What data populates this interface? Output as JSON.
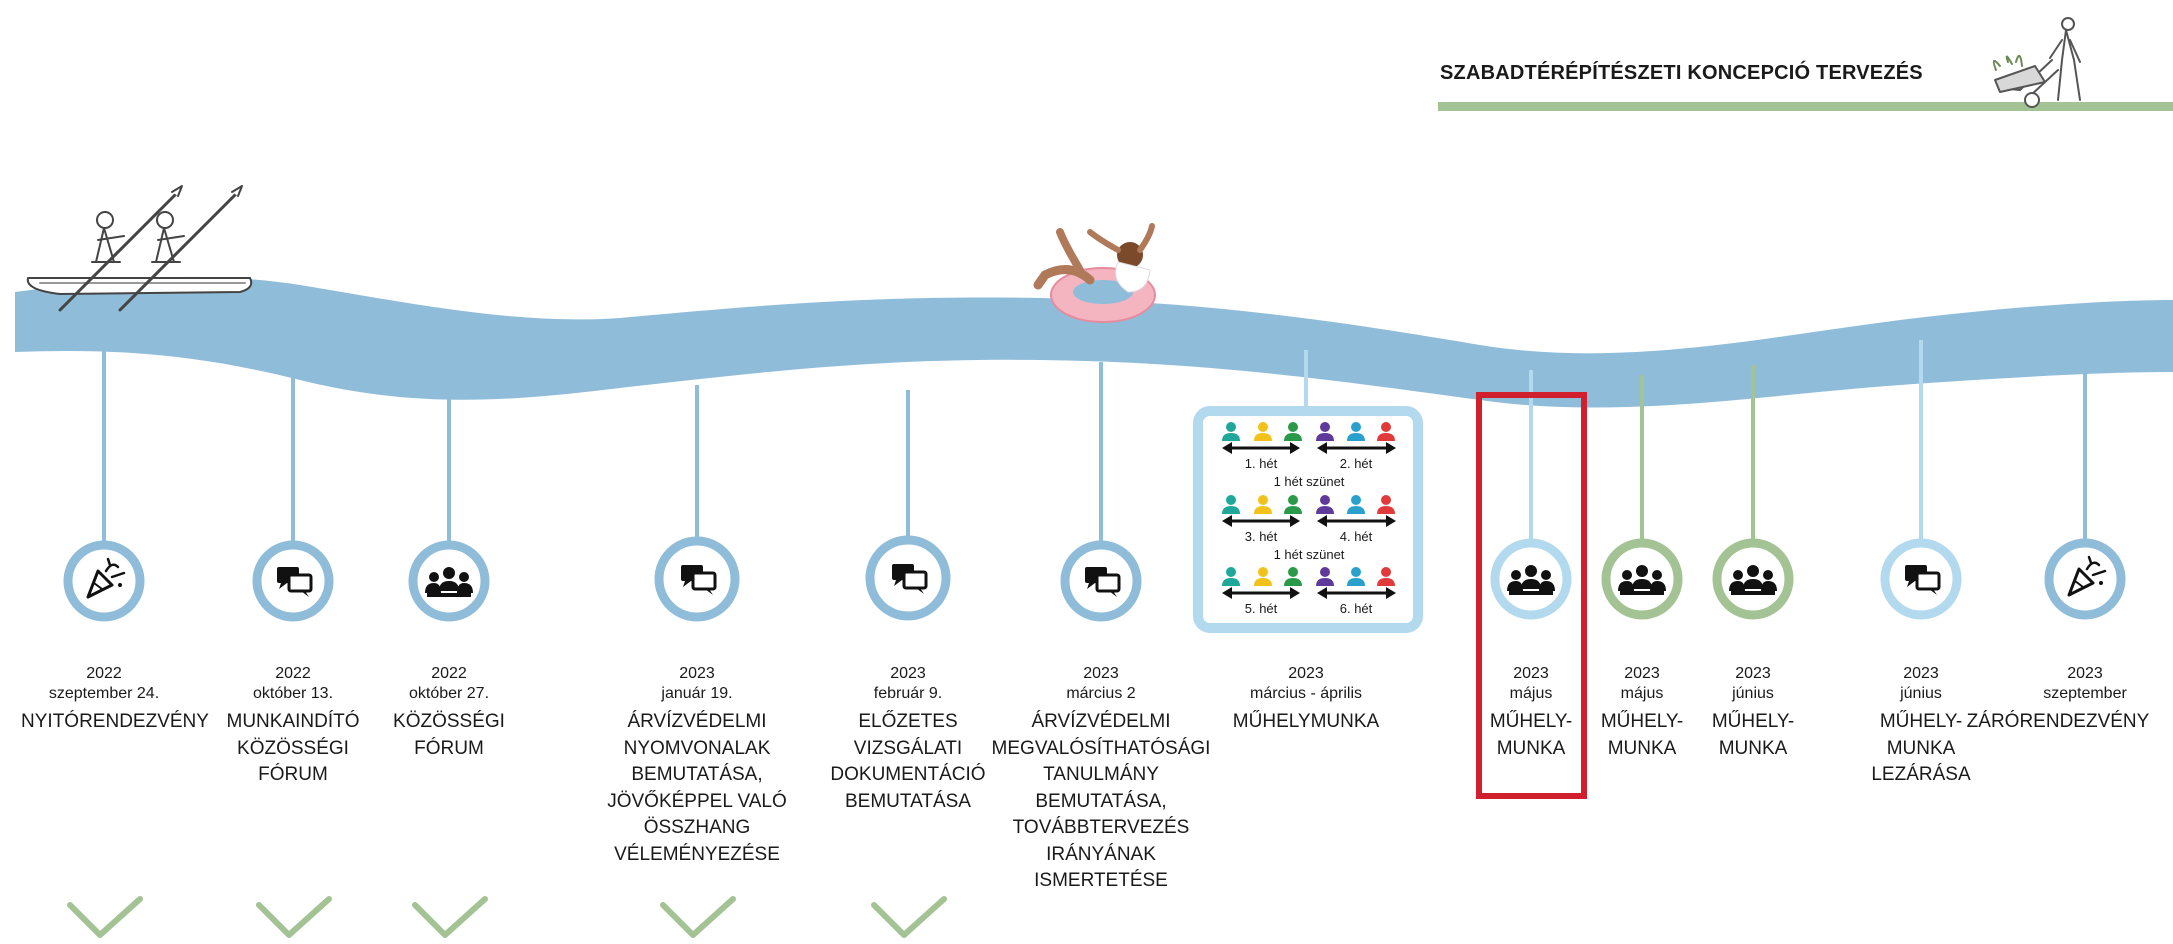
{
  "header": {
    "title": "SZABADTÉRÉPÍTÉSZETI KONCEPCIÓ TERVEZÉS"
  },
  "colors": {
    "river": "#8fbcd9",
    "river_light": "#b3d9ee",
    "green": "#a3c394",
    "highlight": "#d0202e",
    "icon": "#111111"
  },
  "events": [
    {
      "id": "e1",
      "year": "2022",
      "date": "szeptember 24.",
      "title": "NYITÓRENDEZVÉNY",
      "icon": "party-popper-icon",
      "ring": "river",
      "done": true
    },
    {
      "id": "e2",
      "year": "2022",
      "date": "október 13.",
      "title": "MUNKAINDÍTÓ\nKÖZÖSSÉGI\nFÓRUM",
      "icon": "chat-bubbles-icon",
      "ring": "river",
      "done": true
    },
    {
      "id": "e3",
      "year": "2022",
      "date": "október 27.",
      "title": "KÖZÖSSÉGI\nFÓRUM",
      "icon": "people-group-icon",
      "ring": "river",
      "done": true
    },
    {
      "id": "e4",
      "year": "2023",
      "date": "január 19.",
      "title": "ÁRVÍZVÉDELMI\nNYOMVONALAK\nBEMUTATÁSA,\nJÖVŐKÉPPEL VALÓ\nÖSSZHANG\nVÉLEMÉNYEZÉSE",
      "icon": "chat-bubbles-icon",
      "ring": "river",
      "done": true
    },
    {
      "id": "e5",
      "year": "2023",
      "date": "február 9.",
      "title": "ELŐZETES\nVIZSGÁLATI\nDOKUMENTÁCIÓ\nBEMUTATÁSA",
      "icon": "chat-bubbles-icon",
      "ring": "river",
      "done": true
    },
    {
      "id": "e6",
      "year": "2023",
      "date": "március 2",
      "title": "ÁRVÍZVÉDELMI\nMEGVALÓSÍTHATÓSÁGI\nTANULMÁNY\nBEMUTATÁSA,\nTOVÁBBTERVEZÉS\nIRÁNYÁNAK\nISMERTETÉSE",
      "icon": "chat-bubbles-icon",
      "ring": "river",
      "done": false
    },
    {
      "id": "e7",
      "year": "2023",
      "date": "március - április",
      "title": "MŰHELYMUNKA",
      "icon": "workshop-schedule",
      "ring": "river_light",
      "done": false
    },
    {
      "id": "e8",
      "year": "2023",
      "date": "május",
      "title": "MŰHELY-\nMUNKA",
      "icon": "people-group-icon",
      "ring": "river_light",
      "done": false,
      "highlighted": true
    },
    {
      "id": "e9",
      "year": "2023",
      "date": "május",
      "title": "MŰHELY-\nMUNKA",
      "icon": "people-group-icon",
      "ring": "green",
      "done": false
    },
    {
      "id": "e10",
      "year": "2023",
      "date": "június",
      "title": "MŰHELY-\nMUNKA",
      "icon": "people-group-icon",
      "ring": "green",
      "done": false
    },
    {
      "id": "e11",
      "year": "2023",
      "date": "június",
      "title": "MŰHELY-\nMUNKA\nLEZÁRÁSA",
      "icon": "chat-bubbles-icon",
      "ring": "river_light",
      "done": false
    },
    {
      "id": "e12",
      "year": "2023",
      "date": "szeptember",
      "title": "ZÁRÓRENDEZVÉNY",
      "icon": "party-popper-icon",
      "ring": "river",
      "done": false
    }
  ],
  "schedule": {
    "weeks": [
      "1. hét",
      "2. hét",
      "3. hét",
      "4. hét",
      "5. hét",
      "6. hét"
    ],
    "break": "1 hét szünet",
    "person_colors": [
      "#1fa89a",
      "#f2c21b",
      "#2a9a4a",
      "#5e3a9a",
      "#2aa0cc",
      "#e03a3a"
    ]
  }
}
